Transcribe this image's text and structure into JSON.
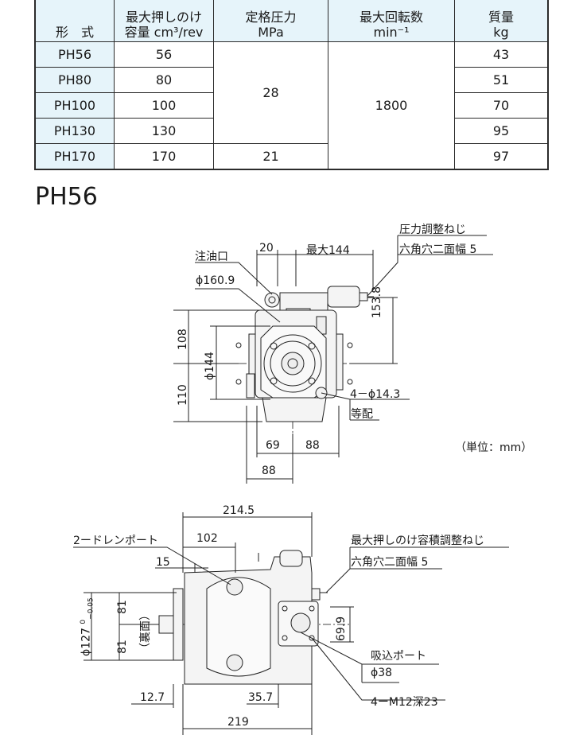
{
  "spec_table": {
    "headers": [
      {
        "line1": "形　式",
        "line2": ""
      },
      {
        "line1": "最大押しのけ",
        "line2": "容量 cm³/rev"
      },
      {
        "line1": "定格圧力",
        "line2": "MPa"
      },
      {
        "line1": "最大回転数",
        "line2": "min⁻¹"
      },
      {
        "line1": "質量",
        "line2": "kg"
      }
    ],
    "rows": [
      {
        "model": "PH56",
        "displacement": "56",
        "mass": "43"
      },
      {
        "model": "PH80",
        "displacement": "80",
        "mass": "51"
      },
      {
        "model": "PH100",
        "displacement": "100",
        "mass": "70"
      },
      {
        "model": "PH130",
        "displacement": "130",
        "mass": "95"
      },
      {
        "model": "PH170",
        "displacement": "170",
        "mass": "97"
      }
    ],
    "pressure_merged": "28",
    "pressure_last": "21",
    "speed_merged": "1800"
  },
  "model_title": "PH56",
  "front_view": {
    "fill_port": "注油口",
    "pressure_adj_1": "圧力調整ねじ",
    "pressure_adj_2": "六角穴二面幅 5",
    "dim_20": "20",
    "dim_max144": "最大144",
    "dim_phi160": "ϕ160.9",
    "dim_153": "153.8",
    "dim_108": "108",
    "dim_110": "110",
    "dim_phi144": "ϕ144",
    "holes": "4－ϕ14.3",
    "equal": "等配",
    "dim_69": "69",
    "dim_88a": "88",
    "dim_88b": "88",
    "unit": "（単位：mm）"
  },
  "side_view": {
    "dim_214": "214.5",
    "drain": "2ードレンポート",
    "dim_102": "102",
    "dim_15": "15",
    "max_disp_1": "最大押しのけ容積調整ねじ",
    "max_disp_2": "六角穴二面幅 5",
    "dim_phi127": "ϕ127",
    "tol": "0",
    "tol2": "−0.05",
    "dim_81a": "81",
    "dim_81b": "81",
    "back": "（裏面）",
    "dim_69_9": "69.9",
    "suction": "吸込ポート",
    "suction_dia": "ϕ38",
    "dim_12": "12.7",
    "dim_35": "35.7",
    "taps": "4ーM12深23",
    "dim_219": "219"
  }
}
